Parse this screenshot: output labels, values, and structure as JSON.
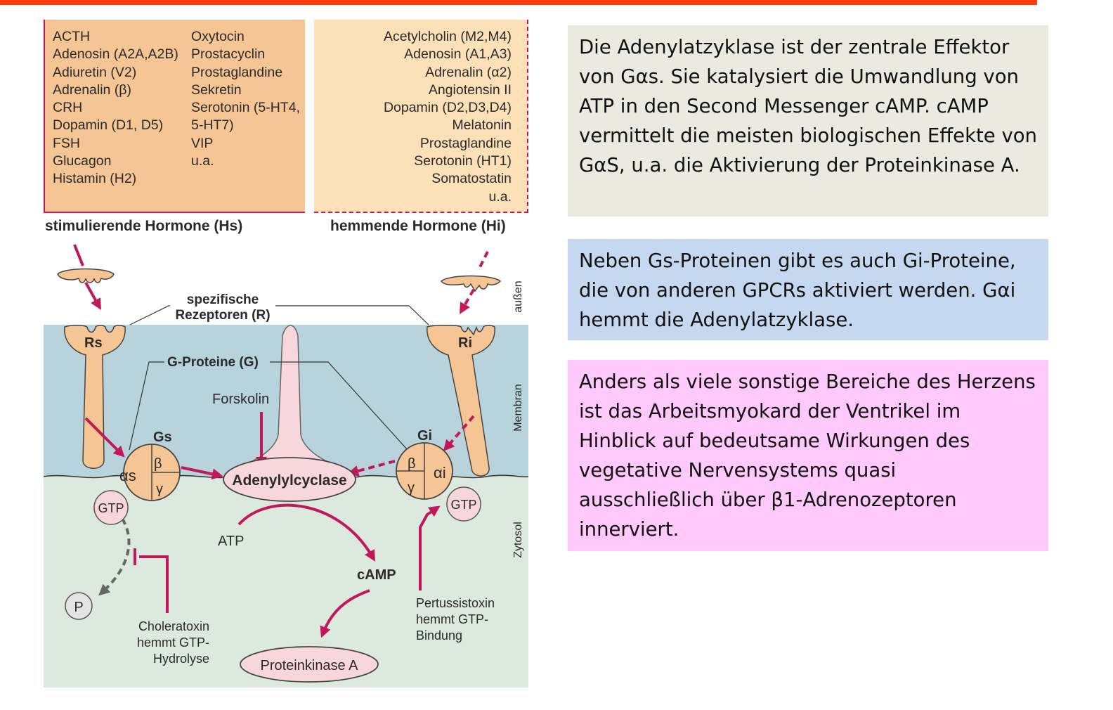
{
  "stimulating_box": {
    "col1": [
      "ACTH",
      "Adenosin (A2A,A2B)",
      "Adiuretin (V2)",
      "Adrenalin (β)",
      "CRH",
      "Dopamin (D1, D5)",
      "FSH",
      "Glucagon",
      "Histamin (H2)"
    ],
    "col2": [
      "Oxytocin",
      "Prostacyclin",
      "Prostaglandine",
      "Sekretin",
      "Serotonin (5-HT4,",
      "5-HT7)",
      "VIP",
      "u.a."
    ],
    "title": "stimulierende Hormone (Hs)"
  },
  "inhibiting_box": {
    "items": [
      "Acetylcholin (M2,M4)",
      "Adenosin (A1,A3)",
      "Adrenalin (α2)",
      "Angiotensin II",
      "Dopamin (D2,D3,D4)",
      "Melatonin",
      "Prostaglandine",
      "Serotonin (HT1)",
      "Somatostatin",
      "u.a."
    ],
    "title": "hemmende Hormone (Hi)"
  },
  "diagram_labels": {
    "receptors_1": "spezifische",
    "receptors_2": "Rezeptoren (R)",
    "rs": "Rs",
    "ri": "Ri",
    "g_proteins": "G-Proteine (G)",
    "forskolin": "Forskolin",
    "gs": "Gs",
    "gi": "Gi",
    "alpha_s": "αs",
    "alpha_i": "αi",
    "beta": "β",
    "gamma": "γ",
    "adenylylcyclase": "Adenylylcyclase",
    "gtp": "GTP",
    "atp": "ATP",
    "camp": "cAMP",
    "p": "P",
    "cholera_1": "Choleratoxin",
    "cholera_2": "hemmt GTP-",
    "cholera_3": "Hydrolyse",
    "pertussis_1": "Pertussistoxin",
    "pertussis_2": "hemmt GTP-",
    "pertussis_3": "Bindung",
    "pka": "Proteinkinase A",
    "aussen": "außen",
    "membran": "Membran",
    "zytosol": "Zytosol"
  },
  "text_boxes": {
    "t1": "Die Adenylatzyklase ist der zentrale Effektor von Gαs. Sie katalysiert die Umwandlung von ATP in den Second Messenger cAMP. cAMP vermittelt die meisten biologischen Effekte von GαS, u.a. die Aktivierung der Proteinkinase A.",
    "t2": "Neben Gs-Proteinen gibt es auch Gi-Proteine, die von anderen GPCRs aktiviert werden. Gαi hemmt die Adenylatzyklase.",
    "t3": "Anders als viele sonstige Bereiche des Herzens ist das Arbeitsmyokard der Ventrikel im Hinblick auf bedeutsame Wirkungen des vegetative Nervensystems quasi ausschließlich über β1-Adrenozeptoren innerviert."
  },
  "colors": {
    "accent_bar": "#ff3a10",
    "arrow": "#c2185b",
    "membrane": "#b9d3dd",
    "cytosol": "#dce9df",
    "orange": "#f5c594",
    "pink": "#f7d7dc"
  }
}
